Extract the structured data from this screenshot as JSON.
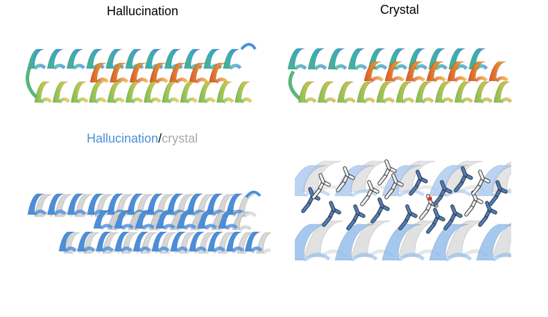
{
  "labels": {
    "top_left": "Hallucination",
    "top_right": "Crystal",
    "overlay_part1": "Hallucination",
    "overlay_sep": "/",
    "overlay_part2": "crystal"
  },
  "colors": {
    "hallucination": "#4a8fdc",
    "crystal": "#b8b8b8",
    "rainbow": [
      "#5ab57a",
      "#7dc05a",
      "#c8c84a",
      "#e8b63a",
      "#e67a2e",
      "#d9562a",
      "#3aa8b8",
      "#4a9ae0"
    ]
  }
}
